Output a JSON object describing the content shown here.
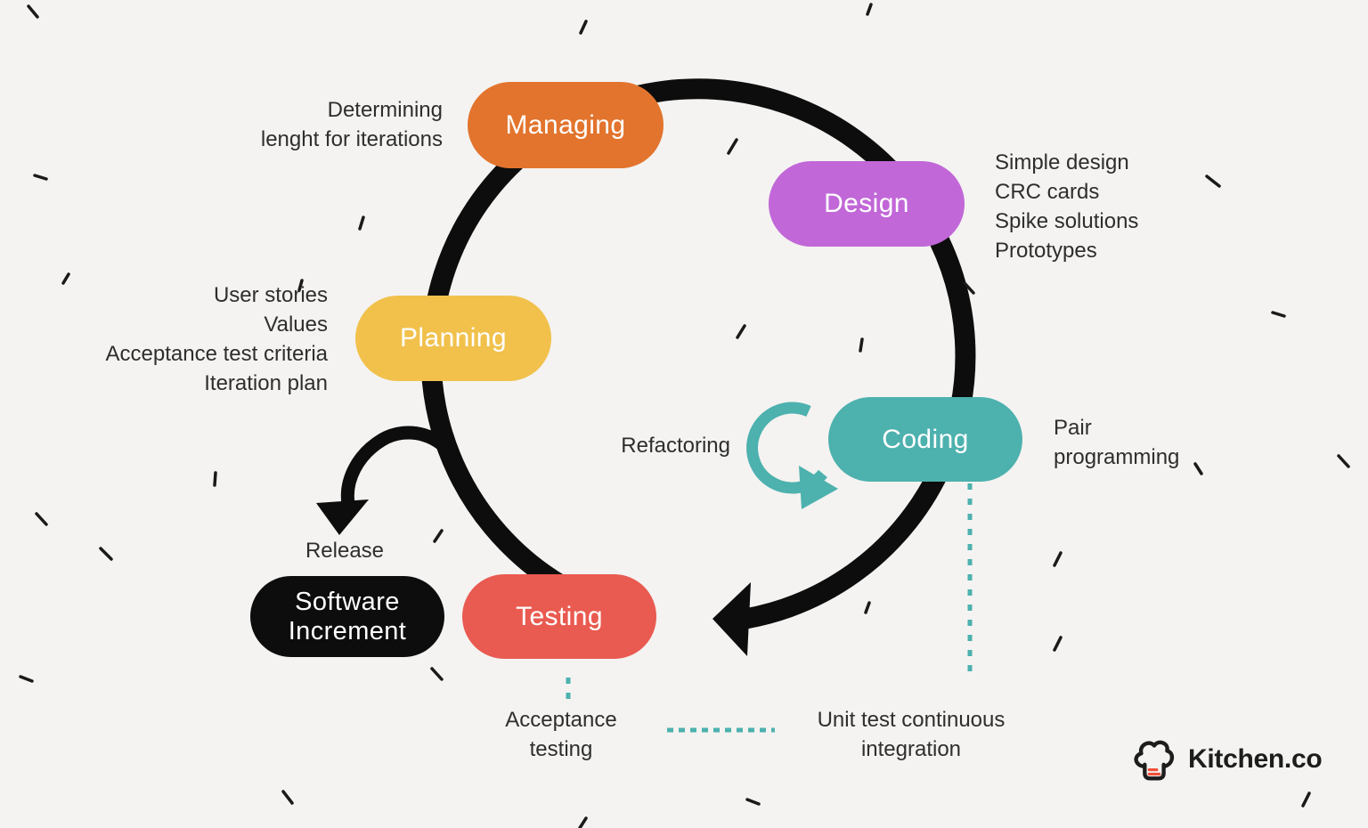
{
  "palette": {
    "background": "#f4f3f1",
    "ink": "#0d0d0d",
    "note_text": "#2e2e2e",
    "teal": "#4db1ae",
    "logo_accent": "#f1503a"
  },
  "stages": {
    "managing": {
      "label": "Managing",
      "color": "#e2742d"
    },
    "design": {
      "label": "Design",
      "color": "#c167d8"
    },
    "planning": {
      "label": "Planning",
      "color": "#f1c14c"
    },
    "coding": {
      "label": "Coding",
      "color": "#4db1ae"
    },
    "testing": {
      "label": "Testing",
      "color": "#e95a50"
    },
    "software_increment": {
      "label": "Software\nIncrement",
      "color": "#0d0d0d"
    }
  },
  "notes": {
    "managing": "Determining\nlenght for iterations",
    "design": "Simple design\nCRC cards\nSpike solutions\nPrototypes",
    "planning": "User stories\nValues\nAcceptance test criteria\nIteration plan",
    "refactoring": "Refactoring",
    "pair_programming": "Pair\nprogramming",
    "release": "Release",
    "acceptance_testing": "Acceptance\ntesting",
    "unit_test": "Unit test continuous\nintegration"
  },
  "logo": {
    "text": "Kitchen.co",
    "icon": "chef-hat-icon"
  }
}
